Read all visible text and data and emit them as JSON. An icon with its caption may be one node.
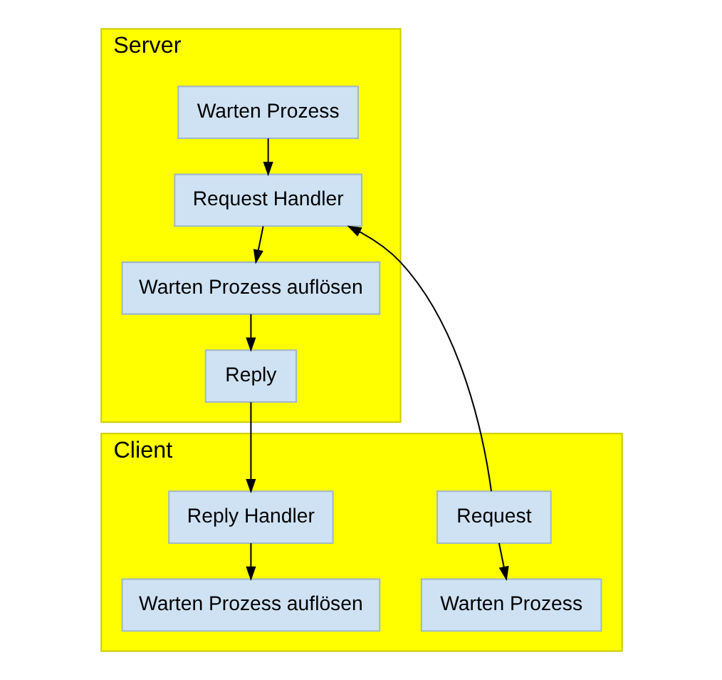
{
  "diagram": {
    "nodes": [
      {
        "text": [
          "Client"
        ]
      },
      {
        "text": [
          "Request"
        ],
        "in": 0
      },
      {
        "text": [
          "Warten Prozess"
        ],
        "in": 0
      },
      {
        "text": [
          "Reply Handler"
        ],
        "in": 0
      },
      {
        "text": [
          "Warten Prozess auflösen"
        ],
        "in": 0
      },
      {
        "text": [
          "Server"
        ]
      },
      {
        "text": [
          "Warten Prozess"
        ],
        "in": 5
      },
      {
        "text": [
          "Request Handler"
        ],
        "in": 5
      },
      {
        "text": [
          "Warten Prozess auflösen"
        ],
        "in": 5
      },
      {
        "text": [
          "Reply"
        ],
        "in": 5
      }
    ],
    "edges": [
      {
        "from": 1,
        "to": 2,
        "arrow": "to"
      },
      {
        "from": 1,
        "to": 7,
        "arrow": "to"
      },
      {
        "from": 6,
        "to": 7,
        "arrow": "to"
      },
      {
        "from": 7,
        "to": 8,
        "arrow": "to"
      },
      {
        "from": 8,
        "to": 9,
        "arrow": "to"
      },
      {
        "from": 9,
        "to": 3,
        "arrow": "to"
      },
      {
        "from": 3,
        "to": 4,
        "arrow": "to"
      }
    ]
  }
}
